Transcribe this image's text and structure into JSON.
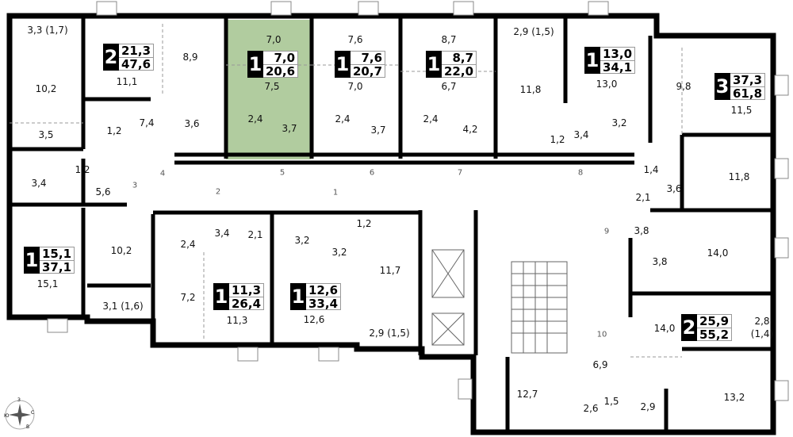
{
  "title": "Floor plan",
  "highlight_color": "#b1cc9f",
  "apartments": [
    {
      "rooms": "2",
      "living": "21,3",
      "total": "47,6"
    },
    {
      "rooms": "1",
      "living": "7,0",
      "total": "20,6",
      "selected": true
    },
    {
      "rooms": "1",
      "living": "7,6",
      "total": "20,7"
    },
    {
      "rooms": "1",
      "living": "8,7",
      "total": "22,0"
    },
    {
      "rooms": "1",
      "living": "13,0",
      "total": "34,1"
    },
    {
      "rooms": "3",
      "living": "37,3",
      "total": "61,8"
    },
    {
      "rooms": "1",
      "living": "15,1",
      "total": "37,1"
    },
    {
      "rooms": "1",
      "living": "11,3",
      "total": "26,4"
    },
    {
      "rooms": "1",
      "living": "12,6",
      "total": "33,4"
    },
    {
      "rooms": "2",
      "living": "25,9",
      "total": "55,2"
    }
  ],
  "room_areas": [
    "3,3 (1,7)",
    "10,2",
    "3,5",
    "11,1",
    "8,9",
    "7,4",
    "1,2",
    "3,6",
    "7,0",
    "7,5",
    "2,4",
    "3,7",
    "7,6",
    "7,0",
    "2,4",
    "3,7",
    "8,7",
    "6,7",
    "2,4",
    "4,2",
    "2,9 (1,5)",
    "11,8",
    "1,2",
    "3,4",
    "13,0",
    "3,2",
    "9,8",
    "11,5",
    "1,4",
    "3,6",
    "2,1",
    "11,8",
    "3,4",
    "1,2",
    "5,6",
    "10,2",
    "3,1 (1,6)",
    "15,1",
    "2,4",
    "3,4",
    "2,1",
    "7,2",
    "11,3",
    "3,2",
    "3,2",
    "12,6",
    "1,2",
    "11,7",
    "2,9 (1,5)",
    "3,8",
    "3,8",
    "14,0",
    "14,0",
    "2,8",
    "(1,4)",
    "6,9",
    "12,7",
    "2,6",
    "1,5",
    "2,9",
    "13,2"
  ],
  "door_numbers": [
    "1",
    "2",
    "3",
    "4",
    "5",
    "6",
    "7",
    "8",
    "9",
    "10"
  ],
  "compass": {
    "n": "С",
    "s": "Ю",
    "w": "З",
    "e": "В"
  }
}
